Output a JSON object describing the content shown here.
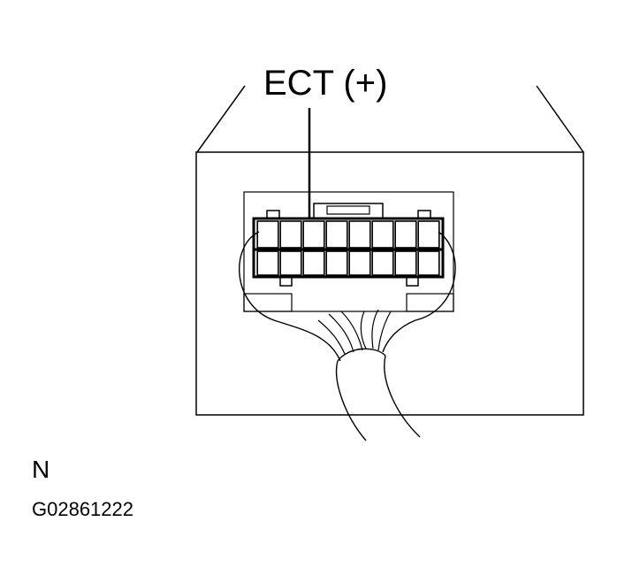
{
  "callout": {
    "label": "ECT (+)"
  },
  "connector": {
    "upper_row_count": 8,
    "lower_row_count": 8,
    "highlighted_upper_index": 2
  },
  "footer": {
    "code_letter": "N",
    "figure_id": "G02861222"
  },
  "colors": {
    "line": "#000000",
    "background": "#ffffff"
  }
}
